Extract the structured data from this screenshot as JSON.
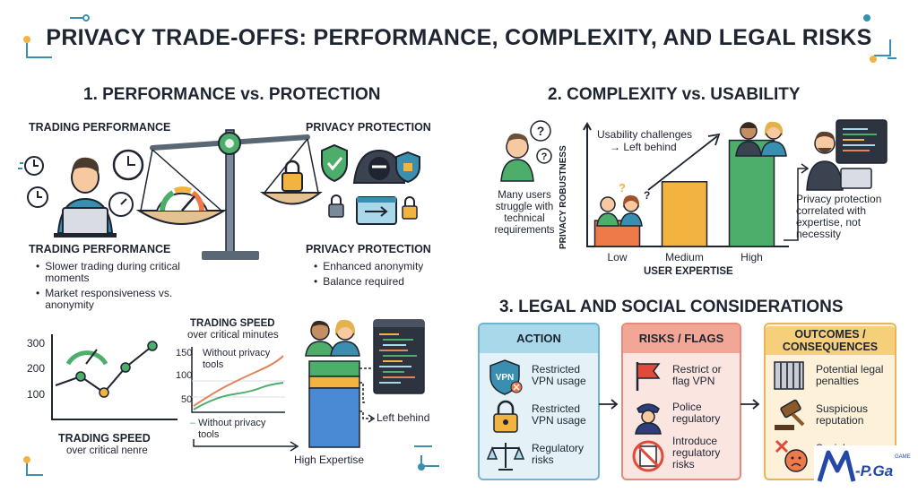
{
  "title": "PRIVACY TRADE-OFFS: PERFORMANCE, COMPLEXITY, AND LEGAL RISKS",
  "section1": {
    "heading": "1. PERFORMANCE vs. PROTECTION",
    "left_label": "TRADING PERFORMANCE",
    "right_label": "PRIVACY PROTECTION",
    "left_sub": "TRADING PERFORMANCE",
    "right_sub": "PRIVACY PROTECTION",
    "left_bullets": [
      "Slower trading during critical moments",
      "Market responsiveness vs. anonymity"
    ],
    "right_bullets": [
      "Enhanced anonymity",
      "Balance required"
    ]
  },
  "speed": {
    "title": "TRADING SPEED",
    "subtitle": "over critical minutes",
    "y_ticks": [
      "150",
      "100",
      "50"
    ],
    "label_without": "Without privacy tools",
    "legend_without": "Without privacy tools",
    "left_ticks": [
      "300",
      "200",
      "100"
    ],
    "left_title": "TRADING SPEED",
    "left_subtitle": "over critical nenre"
  },
  "expertise_bar": {
    "left_behind": "Left behind",
    "high_expertise": "High Expertise"
  },
  "section2": {
    "heading": "2. COMPLEXITY vs. USABILITY",
    "users_text": "Many users struggle with technical requirements",
    "challenge_line1": "Usability challenges",
    "challenge_line2": "→ Left behind",
    "ylabel": "PRIVACY ROBUSTNESS",
    "xlabel": "USER EXPERTISE",
    "right_text": "Privacy protection correlated with expertise, not necessity"
  },
  "chart_data": {
    "type": "bar",
    "categories": [
      "Low",
      "Medium",
      "High"
    ],
    "values": [
      1,
      2.5,
      4.1
    ],
    "xlabel": "USER EXPERTISE",
    "ylabel": "PRIVACY ROBUSTNESS",
    "colors": [
      "#ee7a4a",
      "#f2b340",
      "#4cae6a"
    ]
  },
  "section3": {
    "heading": "3. LEGAL AND SOCIAL CONSIDERATIONS",
    "columns": [
      {
        "header": "ACTION",
        "items": [
          "Restricted VPN usage",
          "Restricted VPN usage",
          "Regulatory risks"
        ]
      },
      {
        "header": "RISKS / FLAGS",
        "items": [
          "Restrict or flag VPN",
          "Police regulatory",
          "Introduce regulatory risks"
        ]
      },
      {
        "header": "OUTCOMES / CONSEQUENCES",
        "items": [
          "Potential legal penalties",
          "Suspicious reputation",
          "Social"
        ]
      }
    ],
    "vpn_badge": "VPN"
  },
  "watermark": {
    "text": "M-P.Ga",
    "small": "GAME"
  },
  "colors": {
    "action_bg": "#e4f2f7",
    "action_border": "#6fb3cf",
    "action_hdr": "#a9d8ea",
    "risk_bg": "#fbe5e1",
    "risk_border": "#e58a7a",
    "risk_hdr": "#f2a796",
    "out_bg": "#fdf1d9",
    "out_border": "#eab45a",
    "out_hdr": "#f5cf7a"
  }
}
